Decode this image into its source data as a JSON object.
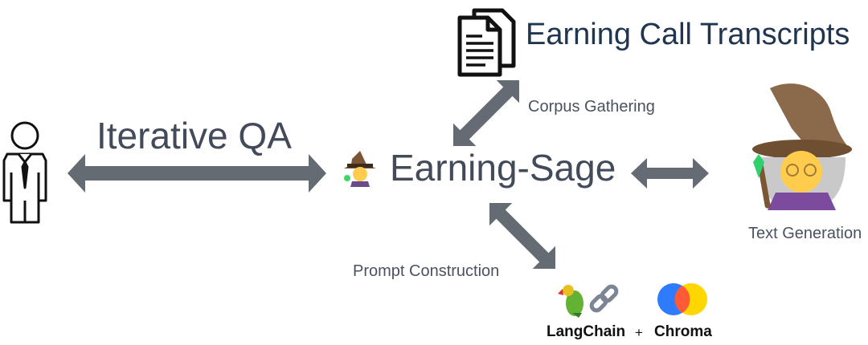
{
  "nodes": {
    "transcripts_label": "Earning Call Transcripts",
    "iterative_qa_label": "Iterative QA",
    "earning_sage_label": "Earning-Sage"
  },
  "edges": {
    "corpus_gathering": "Corpus Gathering",
    "prompt_construction": "Prompt Construction",
    "text_generation": "Text Generation"
  },
  "logos": {
    "langchain": "LangChain",
    "plus": "+",
    "chroma": "Chroma"
  },
  "icons": {
    "document": "document-icon",
    "user": "user-icon",
    "mage_small": "mage-icon",
    "mage_large": "mage-icon",
    "parrot": "parrot-icon",
    "chain": "chain-link-icon",
    "chroma": "chroma-logo-icon"
  },
  "colors": {
    "arrow": "#646b73",
    "title_text": "#1f3550",
    "body_text": "#434b5a",
    "chroma_blue": "#2f7bff",
    "chroma_yellow": "#ffd600",
    "chroma_red": "#ff5a36"
  }
}
